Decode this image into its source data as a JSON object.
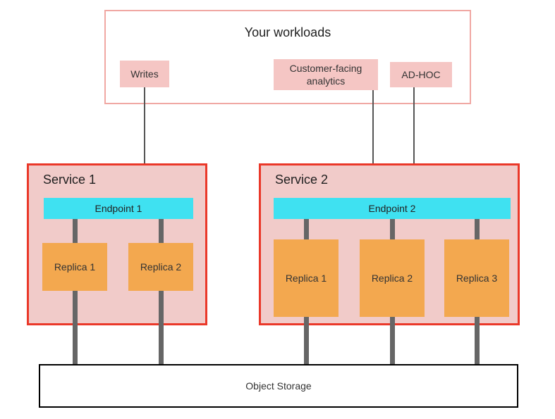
{
  "diagram": {
    "workloads": {
      "title": "Your workloads",
      "items": [
        {
          "label": "Writes"
        },
        {
          "label": "Customer-facing analytics"
        },
        {
          "label": "AD-HOC"
        }
      ]
    },
    "services": [
      {
        "title": "Service 1",
        "endpoint": "Endpoint 1",
        "replicas": [
          "Replica 1",
          "Replica 2"
        ]
      },
      {
        "title": "Service 2",
        "endpoint": "Endpoint 2",
        "replicas": [
          "Replica 1",
          "Replica 2",
          "Replica 3"
        ]
      }
    ],
    "storage": {
      "label": "Object Storage"
    },
    "colors": {
      "workloads_border": "#f0a8a3",
      "workload_item_bg": "#f5c6c4",
      "service_border": "#ea3829",
      "service_bg": "#f1cbc9",
      "endpoint_bg": "#3fe1f1",
      "replica_bg": "#f3a84f",
      "connector": "#666666",
      "arrow": "#555555",
      "storage_border": "#000000"
    }
  }
}
